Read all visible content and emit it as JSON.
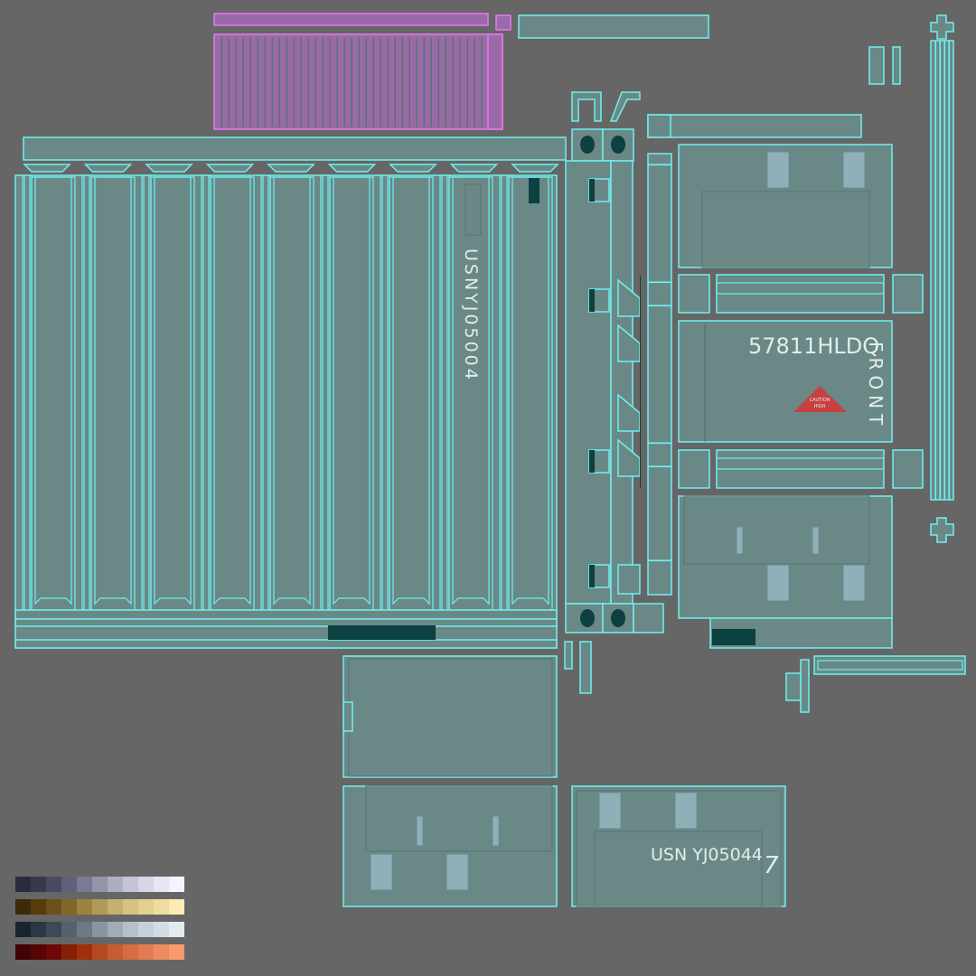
{
  "texture": {
    "side_panel_code": "USNYJ05004",
    "front_panel_code": "57811HLDQ",
    "front_label": "FRONT",
    "caution_sign": {
      "line1": "CAUTION",
      "line2": "HIGH",
      "color": "#c84040"
    },
    "door_panel_code": "USN  YJ05044",
    "door_panel_digit": "7"
  },
  "colors": {
    "background": "#666666",
    "panel": "#6a8886",
    "outline": "#6ff0f0",
    "roof": "#9a6aa8"
  },
  "palette": [
    [
      "#2a2a40",
      "#38384e",
      "#4a4a60",
      "#60607a",
      "#7a7a92",
      "#9494aa",
      "#aeaec2",
      "#c4c4d6",
      "#d6d6e6",
      "#e6e6f4",
      "#f4f4ff"
    ],
    [
      "#3c2a08",
      "#553c08",
      "#6c5018",
      "#806828",
      "#9a8440",
      "#b09a58",
      "#c6b070",
      "#d6c280",
      "#e2d090",
      "#eedca0",
      "#fcecb4"
    ],
    [
      "#182430",
      "#283844",
      "#3c4a58",
      "#546270",
      "#6c7a88",
      "#8896a2",
      "#a0acb8",
      "#b6c0ca",
      "#c6d0da",
      "#d2dce4",
      "#e2eaf0"
    ],
    [
      "#400404",
      "#560404",
      "#6c0806",
      "#882008",
      "#a0300c",
      "#b44820",
      "#c65c30",
      "#d66c40",
      "#e27c54",
      "#ee8a60",
      "#fa9a6c"
    ]
  ]
}
